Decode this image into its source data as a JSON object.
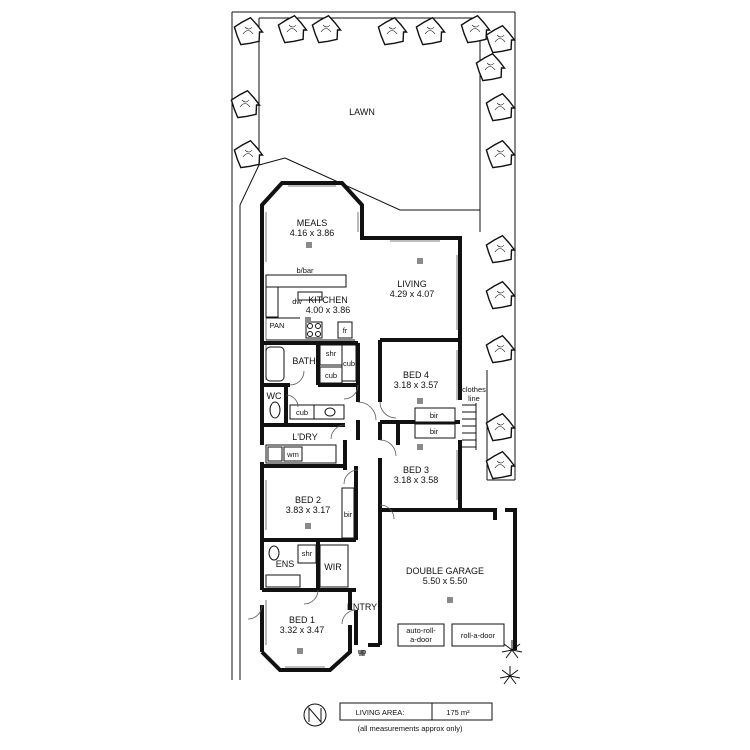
{
  "plan": {
    "lawn": "LAWN",
    "rooms": {
      "meals": {
        "name": "MEALS",
        "dims": "4.16 x 3.86"
      },
      "living": {
        "name": "LIVING",
        "dims": "4.29 x 4.07"
      },
      "kitchen": {
        "name": "KITCHEN",
        "dims": "4.00 x 3.86"
      },
      "bed4": {
        "name": "BED 4",
        "dims": "3.18 x 3.57"
      },
      "bed3": {
        "name": "BED 3",
        "dims": "3.18 x 3.58"
      },
      "bed2": {
        "name": "BED 2",
        "dims": "3.83 x 3.17"
      },
      "bed1": {
        "name": "BED 1",
        "dims": "3.32 x 3.47"
      },
      "garage": {
        "name": "DOUBLE GARAGE",
        "dims": "5.50 x 5.50"
      }
    },
    "fixtures": {
      "bbar": "b/bar",
      "dw": "dw",
      "pan": "PAN",
      "fr": "fr",
      "bath": "BATH",
      "shr": "shr",
      "cub": "cub",
      "wc": "WC",
      "ldry": "L'DRY",
      "wm": "wm",
      "bir": "bir",
      "ens": "ENS",
      "wir": "WIR",
      "entry": "ENTRY",
      "up": "up",
      "clothes": "clothes",
      "line": "line",
      "door_auto_1": "auto-roll-",
      "door_auto_2": "a-door",
      "door_roll": "roll-a-door"
    },
    "footer": {
      "label": "LIVING AREA:",
      "area": "175 m²",
      "note": "(all measurements approx only)"
    }
  }
}
